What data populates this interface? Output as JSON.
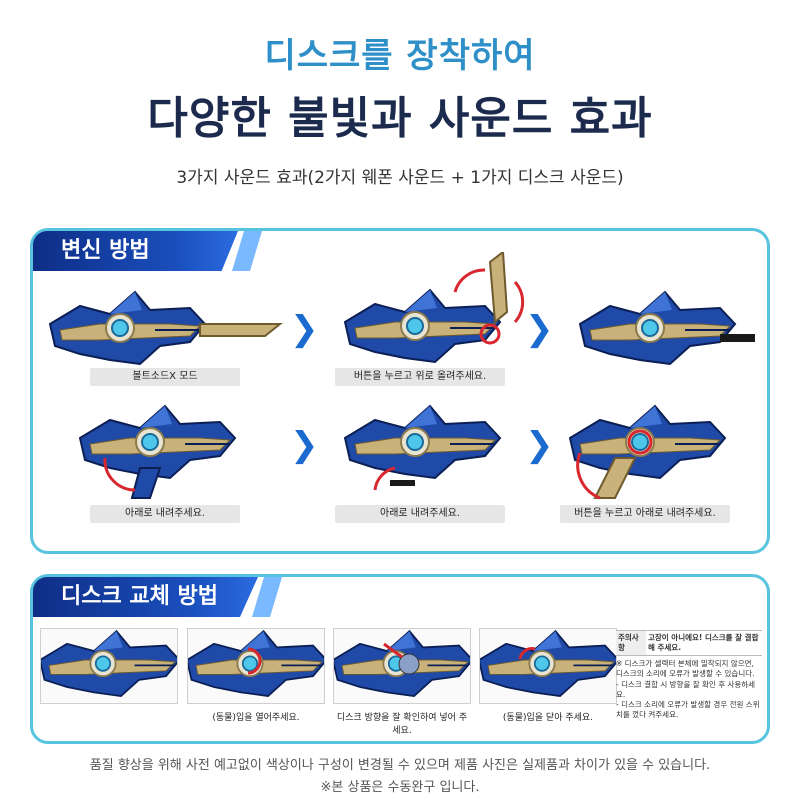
{
  "header": {
    "line1": "디스크를 장착하여",
    "line2": "다양한 불빛과 사운드 효과",
    "subtitle": "3가지 사운드 효과(2가지 웨폰 사운드 + 1가지 디스크 사운드)"
  },
  "transform": {
    "title": "변신 방법",
    "steps": [
      {
        "caption": "볼트소드X 모드"
      },
      {
        "caption": "버튼을 누르고 위로 올려주세요."
      },
      {
        "caption": ""
      },
      {
        "caption": "아래로 내려주세요."
      },
      {
        "caption": "아래로 내려주세요."
      },
      {
        "caption": "버튼을 누르고 아래로 내려주세요."
      }
    ],
    "arrow": "❯"
  },
  "disc": {
    "title": "디스크 교체 방법",
    "steps": [
      {
        "caption": ""
      },
      {
        "caption": "(동물)입을 열어주세요."
      },
      {
        "caption": "디스크 방향을 잘 확인하여 넣어 주세요."
      },
      {
        "caption": "(동물)입을 닫아 주세요."
      }
    ],
    "notes": {
      "label": "주의사항",
      "headline": "고장이 아니에요! 디스크를 잘 결합해 주세요.",
      "items": [
        "※ 디스크가 셀렉터 본체에 밀착되지 않으면, 디스크의 소리에 오류가 발생할 수 있습니다.",
        "- 디스크 결합 시 방향을 잘 확인 후 사용하세요.",
        "- 디스크 소리에 오류가 발생할 경우 전원 스위치를 껐다 켜주세요."
      ]
    }
  },
  "footer": {
    "line1": "품질 향상을 위해 사전 예고없이 색상이나 구성이 변경될 수 있으며 제품 사진은 실제품과 차이가 있을 수 있습니다.",
    "line2": "※본 상품은 수동완구 입니다."
  },
  "colors": {
    "accent": "#2f8fc8",
    "navy": "#1b2a4d",
    "panel_border": "#56c4df",
    "banner": "#1a4fbd",
    "toy_blue": "#1f4aa8",
    "toy_gold": "#c9b27a",
    "highlight_red": "#d8272e"
  }
}
